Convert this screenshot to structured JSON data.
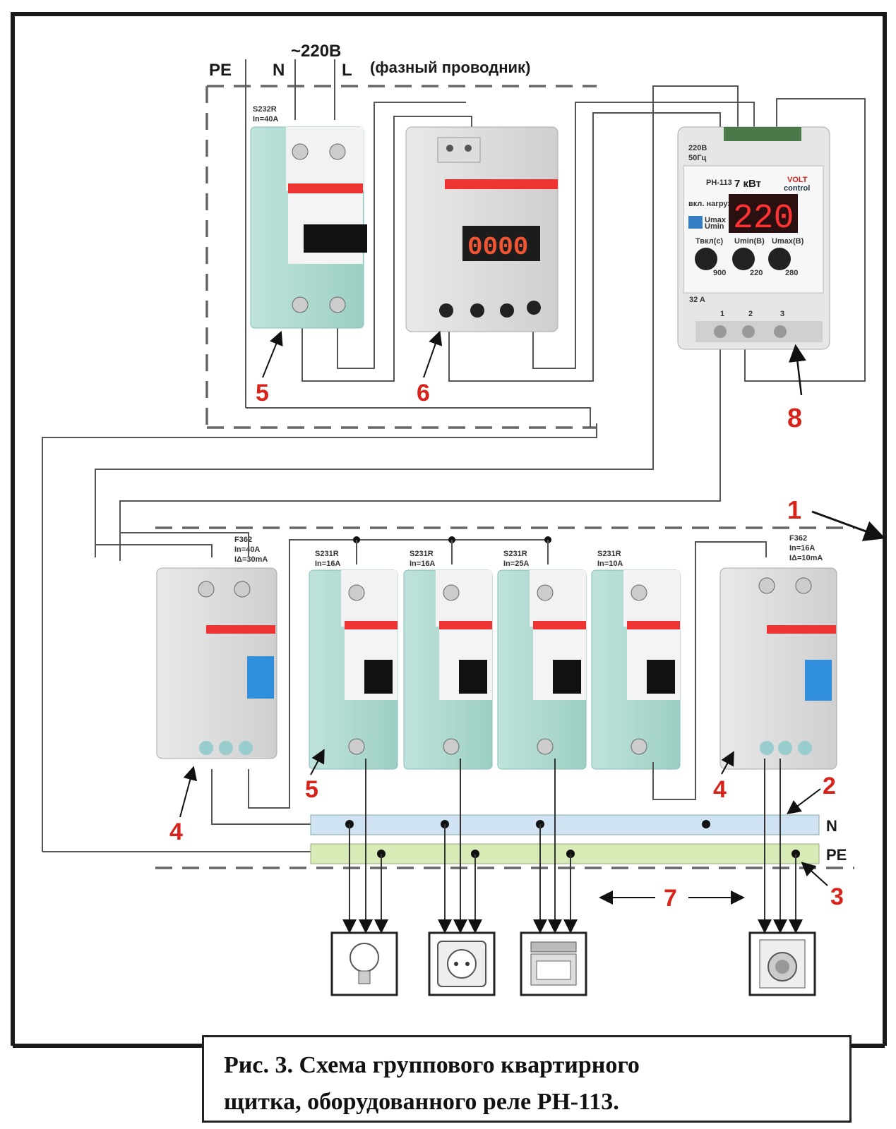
{
  "top_labels": {
    "pe": "PE",
    "n": "N",
    "voltage": "~220В",
    "l": "L",
    "phase_note": "(фазный проводник)"
  },
  "meter_breaker": {
    "model": "S232R",
    "rating": "In=40A"
  },
  "meter_display": "0000",
  "relay": {
    "supply": "220В",
    "freq": "50Гц",
    "model": "РН-113",
    "power": "7 кВт",
    "brand_top": "VOLT",
    "brand_bottom": "control",
    "display": "220",
    "load_label": "вкл. нагрузки",
    "umax": "Umax",
    "umin": "Umin",
    "knob1": "Твкл(с)",
    "knob2": "Umin(В)",
    "knob3": "Umax(В)",
    "knob1_val": "900",
    "knob2_val": "220",
    "knob3_val": "280",
    "current": "32 A",
    "term1": "1",
    "term2": "2",
    "term3": "3"
  },
  "rcd_left": {
    "model": "F362",
    "rating": "In=40A",
    "leak": "IΔ=30mA"
  },
  "rcd_right": {
    "model": "F362",
    "rating": "In=16A",
    "leak": "IΔ=10mA"
  },
  "breakers": [
    {
      "model": "S231R",
      "rating": "In=16A"
    },
    {
      "model": "S231R",
      "rating": "In=16A"
    },
    {
      "model": "S231R",
      "rating": "In=25A"
    },
    {
      "model": "S231R",
      "rating": "In=10A"
    }
  ],
  "bus_n": "N",
  "bus_pe": "PE",
  "callouts": {
    "c1": "1",
    "c2": "2",
    "c3": "3",
    "c4a": "4",
    "c4b": "4",
    "c5a": "5",
    "c5b": "5",
    "c6": "6",
    "c7": "7",
    "c8": "8"
  },
  "loads": [
    "lamp-icon",
    "socket-icon",
    "stove-icon",
    "washing-machine-icon"
  ],
  "caption": {
    "line1": "Рис. 3. Схема группового квартирного",
    "line2": "щитка, оборудованного реле РН-113."
  }
}
